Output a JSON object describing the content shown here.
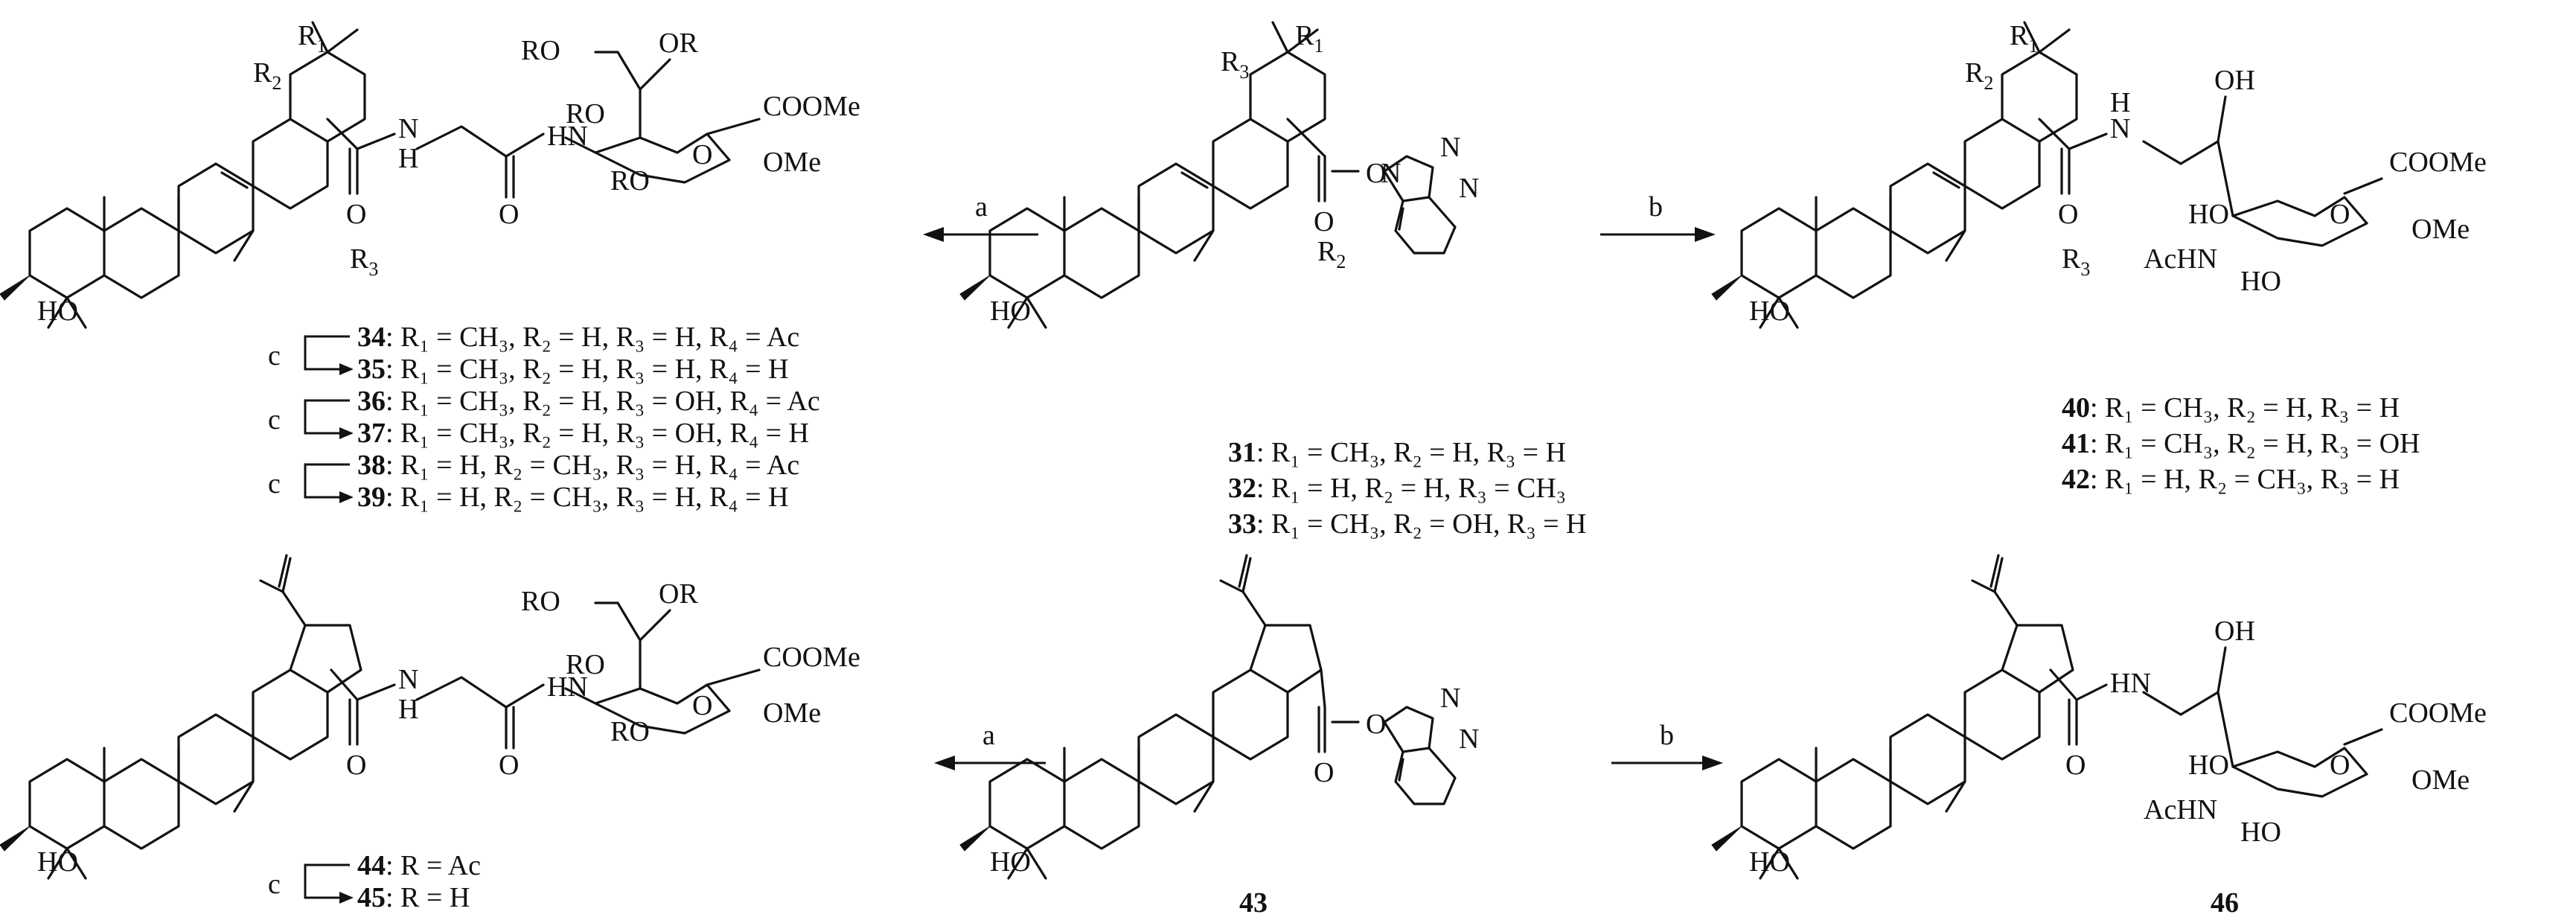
{
  "reagents": {
    "a": "a",
    "b": "b",
    "c": "c"
  },
  "atoms": {
    "R": "R",
    "R1": "R",
    "R2": "R",
    "R3": "R",
    "sub1": "1",
    "sub2": "2",
    "sub3": "3",
    "HO": "HO",
    "O": "O",
    "N": "N",
    "H": "H",
    "HN": "HN",
    "RO": "RO",
    "OR": "OR",
    "OMe": "OMe",
    "COOMe": "COOMe",
    "AcHN": "AcHN",
    "OH": "OH"
  },
  "compounds": {
    "c31": {
      "num": "31",
      "text": ": R₁ = CH₃, R₂ = H, R₃ = H"
    },
    "c32": {
      "num": "32",
      "text": ": R₁ = H, R₂ = H, R₃ = CH₃"
    },
    "c33": {
      "num": "33",
      "text": ": R₁ = CH₃, R₂ = OH, R₃ = H"
    },
    "c34": {
      "num": "34",
      "text": ": R₁ = CH₃, R₂ = H, R₃ = H, R₄ = Ac"
    },
    "c35": {
      "num": "35",
      "text": ": R₁ = CH₃, R₂ = H, R₃ = H, R₄ = H"
    },
    "c36": {
      "num": "36",
      "text": ": R₁ = CH₃, R₂ = H, R₃ = OH, R₄ = Ac"
    },
    "c37": {
      "num": "37",
      "text": ": R₁ = CH₃, R₂ = H, R₃ = OH, R₄ = H"
    },
    "c38": {
      "num": "38",
      "text": ": R₁ = H, R₂ = CH₃, R₃ = H, R₄ = Ac"
    },
    "c39": {
      "num": "39",
      "text": ": R₁ = H, R₂ = CH₃, R₃ = H, R₄ = H"
    },
    "c40": {
      "num": "40",
      "text": ": R₁ = CH₃, R₂ = H, R₃ = H"
    },
    "c41": {
      "num": "41",
      "text": ": R₁ = CH₃, R₂ = H, R₃ = OH"
    },
    "c42": {
      "num": "42",
      "text": ": R₁ = H, R₂ = CH₃, R₃ = H"
    },
    "c43": {
      "num": "43",
      "text": ""
    },
    "c44": {
      "num": "44",
      "text": ": R = Ac"
    },
    "c45": {
      "num": "45",
      "text": ": R = H"
    },
    "c46": {
      "num": "46",
      "text": ""
    }
  }
}
